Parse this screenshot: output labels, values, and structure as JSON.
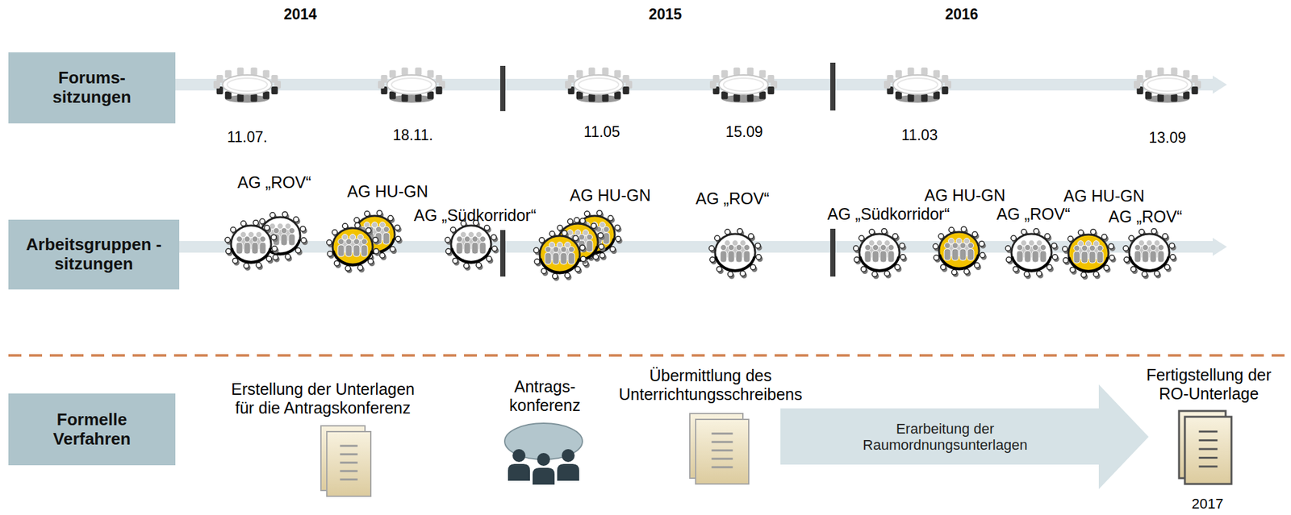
{
  "diagram": {
    "nodes": [
      {
        "text": [
          "Forums- sitzungen"
        ]
      },
      {
        "text": [
          "Arbeitsgruppen -sitzungen"
        ]
      },
      {
        "text": [
          "Formelle Verfahren"
        ]
      },
      {
        "text": [
          "Erarbeitung der Raumordnungsunterlagen"
        ]
      }
    ],
    "labels": [
      "2014",
      "2015",
      "2016",
      "11.07.",
      "18.11.",
      "11.05",
      "15.09",
      "11.03",
      "13.09",
      "AG „ROV“",
      "AG HU-GN",
      "AG „Südkorridor“",
      "AG HU-GN",
      "AG „ROV“",
      "AG „Südkorridor“",
      "AG HU-GN",
      "AG „ROV“",
      "AG HU-GN",
      "AG „ROV“",
      "Erstellung der Unterlagen für die Antragskonferenz",
      "Antrags- konferenz",
      "Übermittlung des Unterrichtungsschreibens",
      "Fertigstellung der RO-Unterlage",
      "2017"
    ]
  }
}
